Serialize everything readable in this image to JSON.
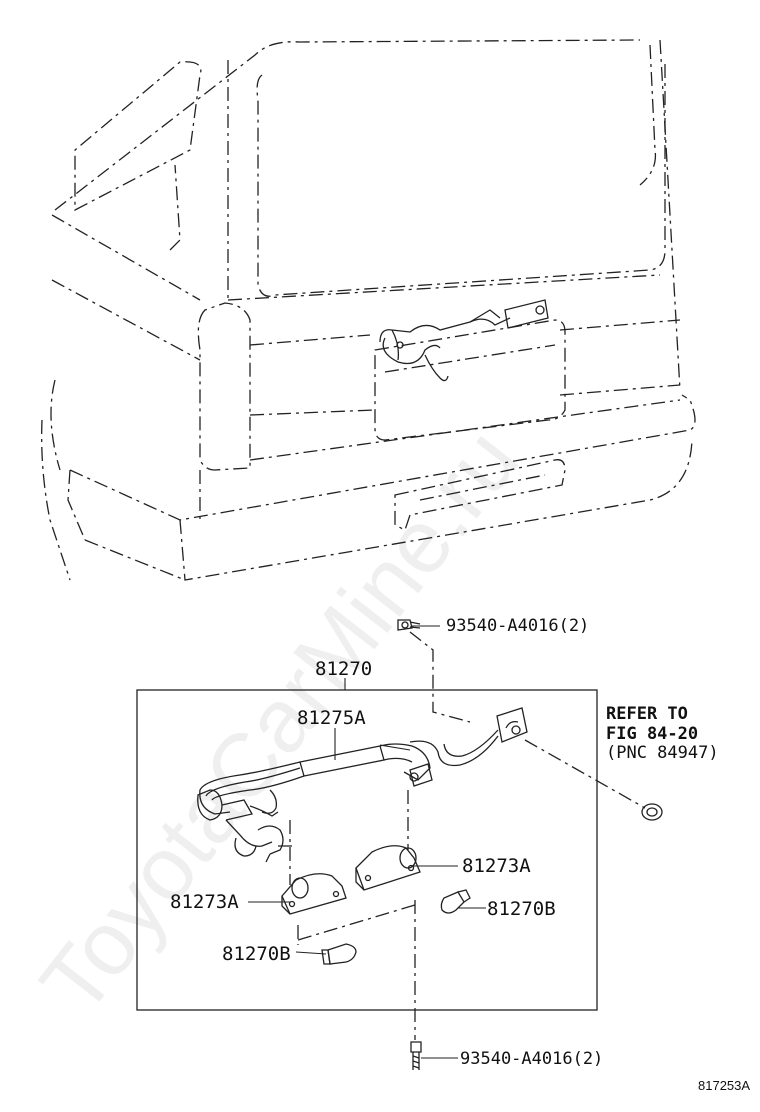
{
  "watermark": "ToyotaCarMine.ru",
  "labels": {
    "bolt_top": "93540-A4016(2)",
    "assembly": "81270",
    "harness": "81275A",
    "lamp_right": "81273A",
    "lamp_left": "81273A",
    "bulb_right": "81270B",
    "bulb_left": "81270B",
    "bolt_bottom": "93540-A4016(2)",
    "refer_line1": "REFER TO",
    "refer_line2": "FIG 84-20",
    "refer_line3": "(PNC 84947)",
    "figure_id": "817253A"
  }
}
